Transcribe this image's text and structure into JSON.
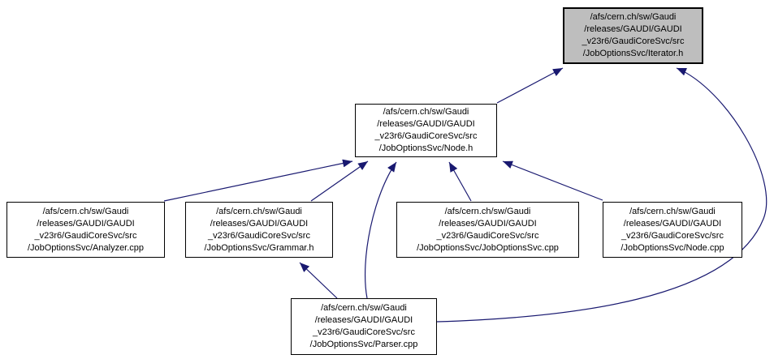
{
  "diagram": {
    "type": "include-dependency-graph",
    "background_color": "#ffffff",
    "edge_color": "#191970",
    "node_border_color": "#000000",
    "node_fill_color": "#ffffff",
    "highlight_fill_color": "#bebebe",
    "text_color": "#000000"
  },
  "nodes": {
    "iterator_h": {
      "lines": [
        "/afs/cern.ch/sw/Gaudi",
        "/releases/GAUDI/GAUDI",
        "_v23r6/GaudiCoreSvc/src",
        "/JobOptionsSvc/Iterator.h"
      ],
      "file": "Iterator.h",
      "highlighted": true
    },
    "node_h": {
      "lines": [
        "/afs/cern.ch/sw/Gaudi",
        "/releases/GAUDI/GAUDI",
        "_v23r6/GaudiCoreSvc/src",
        "/JobOptionsSvc/Node.h"
      ],
      "file": "Node.h",
      "highlighted": false
    },
    "analyzer_cpp": {
      "lines": [
        "/afs/cern.ch/sw/Gaudi",
        "/releases/GAUDI/GAUDI",
        "_v23r6/GaudiCoreSvc/src",
        "/JobOptionsSvc/Analyzer.cpp"
      ],
      "file": "Analyzer.cpp",
      "highlighted": false
    },
    "grammar_h": {
      "lines": [
        "/afs/cern.ch/sw/Gaudi",
        "/releases/GAUDI/GAUDI",
        "_v23r6/GaudiCoreSvc/src",
        "/JobOptionsSvc/Grammar.h"
      ],
      "file": "Grammar.h",
      "highlighted": false
    },
    "joboptionssvc_cpp": {
      "lines": [
        "/afs/cern.ch/sw/Gaudi",
        "/releases/GAUDI/GAUDI",
        "_v23r6/GaudiCoreSvc/src",
        "/JobOptionsSvc/JobOptionsSvc.cpp"
      ],
      "file": "JobOptionsSvc.cpp",
      "highlighted": false
    },
    "node_cpp": {
      "lines": [
        "/afs/cern.ch/sw/Gaudi",
        "/releases/GAUDI/GAUDI",
        "_v23r6/GaudiCoreSvc/src",
        "/JobOptionsSvc/Node.cpp"
      ],
      "file": "Node.cpp",
      "highlighted": false
    },
    "parser_cpp": {
      "lines": [
        "/afs/cern.ch/sw/Gaudi",
        "/releases/GAUDI/GAUDI",
        "_v23r6/GaudiCoreSvc/src",
        "/JobOptionsSvc/Parser.cpp"
      ],
      "file": "Parser.cpp",
      "highlighted": false
    }
  },
  "edges": [
    {
      "from": "Node.h",
      "to": "Iterator.h"
    },
    {
      "from": "Parser.cpp",
      "to": "Iterator.h"
    },
    {
      "from": "Analyzer.cpp",
      "to": "Node.h"
    },
    {
      "from": "Grammar.h",
      "to": "Node.h"
    },
    {
      "from": "Parser.cpp",
      "to": "Node.h"
    },
    {
      "from": "JobOptionsSvc.cpp",
      "to": "Node.h"
    },
    {
      "from": "Node.cpp",
      "to": "Node.h"
    },
    {
      "from": "Parser.cpp",
      "to": "Grammar.h"
    }
  ]
}
